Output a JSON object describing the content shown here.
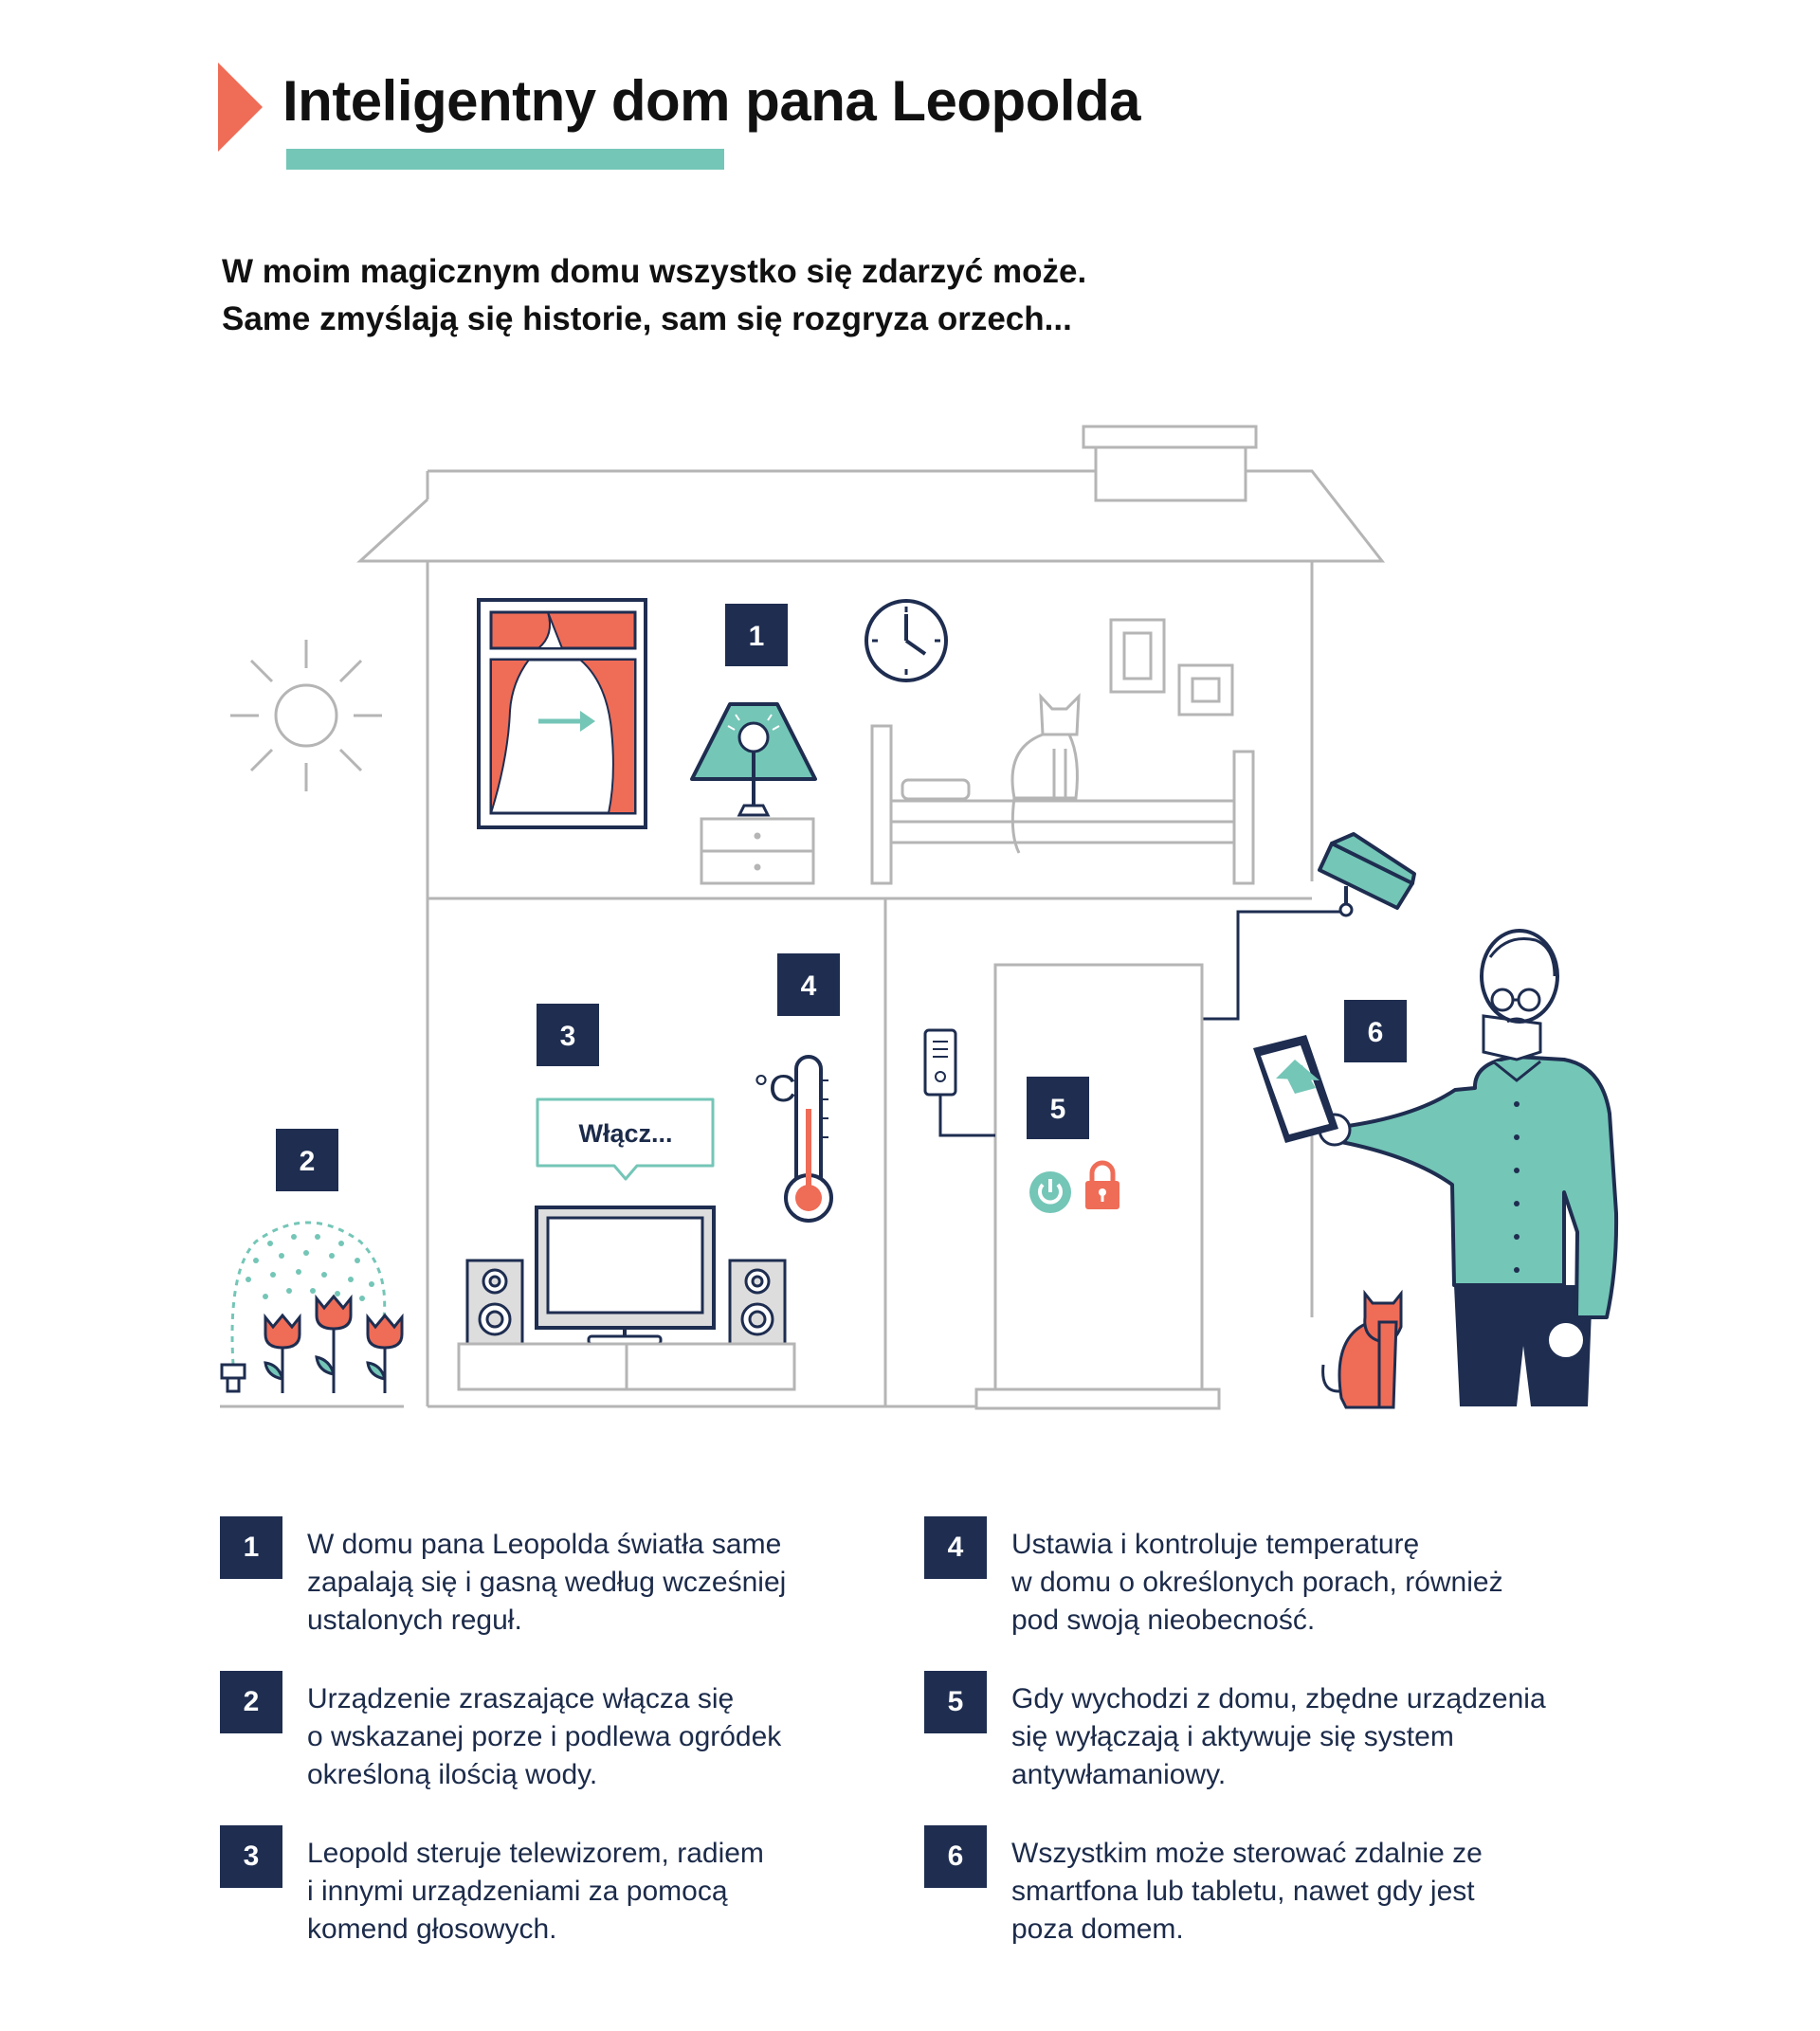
{
  "header": {
    "title": "Inteligentny dom pana Leopolda",
    "subtitle_lines": [
      "W moim magicznym domu wszystko się zdarzyć może.",
      "Same zmyślają się historie, sam się rozgryza orzech..."
    ]
  },
  "scene": {
    "badges": [
      "1",
      "2",
      "3",
      "4",
      "5",
      "6"
    ],
    "speech_bubble": "Włącz...",
    "thermometer_unit": "°C",
    "icons": [
      "sun-icon",
      "window-icon",
      "lamp-icon",
      "clock-icon",
      "bed-icon",
      "cat-icon",
      "sprinkler-icon",
      "tulip-icon",
      "tv-icon",
      "speaker-icon",
      "thermometer-icon",
      "security-camera-icon",
      "door-icon",
      "power-icon",
      "lock-icon",
      "tablet-icon",
      "alarm-panel-icon"
    ]
  },
  "legend": [
    {
      "number": "1",
      "lines": [
        "W domu pana Leopolda światła same",
        "zapalają się i gasną według wcześniej",
        "ustalonych reguł."
      ]
    },
    {
      "number": "2",
      "lines": [
        "Urządzenie zraszające włącza się",
        "o wskazanej porze i podlewa ogródek",
        "określoną ilością wody."
      ]
    },
    {
      "number": "3",
      "lines": [
        "Leopold steruje telewizorem, radiem",
        "i innymi urządzeniami za pomocą",
        "komend głosowych."
      ]
    },
    {
      "number": "4",
      "lines": [
        "Ustawia i kontroluje temperaturę",
        "w domu o określonych porach, również",
        "pod swoją nieobecność."
      ]
    },
    {
      "number": "5",
      "lines": [
        "Gdy wychodzi z domu, zbędne urządzenia",
        "się wyłączają i aktywuje się system",
        "antywłamaniowy."
      ]
    },
    {
      "number": "6",
      "lines": [
        "Wszystkim może sterować zdalnie ze",
        "smartfona lub tabletu, nawet gdy jest",
        "poza domem."
      ]
    }
  ],
  "colors": {
    "navy": "#1e2d50",
    "teal": "#74c6b7",
    "coral": "#ef6c57",
    "line_gray": "#b5b5b5"
  }
}
